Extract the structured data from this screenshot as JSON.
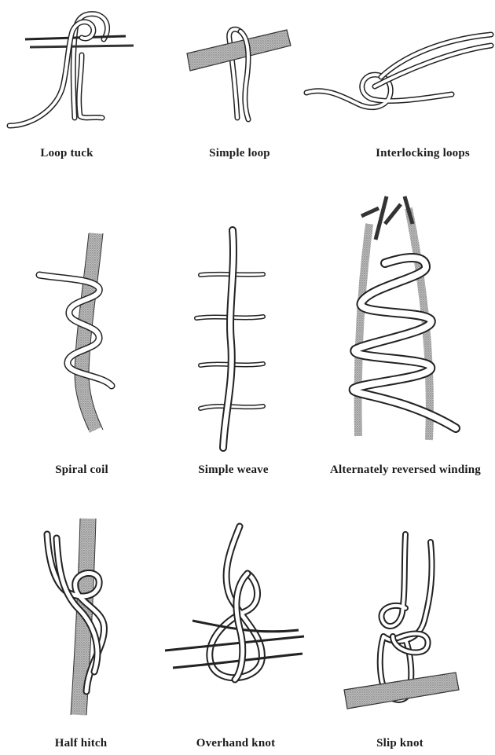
{
  "figure": {
    "knots": [
      {
        "id": "loop-tuck",
        "label": "Loop tuck"
      },
      {
        "id": "simple-loop",
        "label": "Simple loop"
      },
      {
        "id": "interlocking-loops",
        "label": "Interlocking loops"
      },
      {
        "id": "spiral-coil",
        "label": "Spiral coil"
      },
      {
        "id": "simple-weave",
        "label": "Simple weave"
      },
      {
        "id": "alternately-reversed-winding",
        "label": "Alternately reversed winding"
      },
      {
        "id": "half-hitch",
        "label": "Half hitch"
      },
      {
        "id": "overhand-knot",
        "label": "Overhand knot"
      },
      {
        "id": "slip-knot",
        "label": "Slip knot"
      }
    ]
  }
}
